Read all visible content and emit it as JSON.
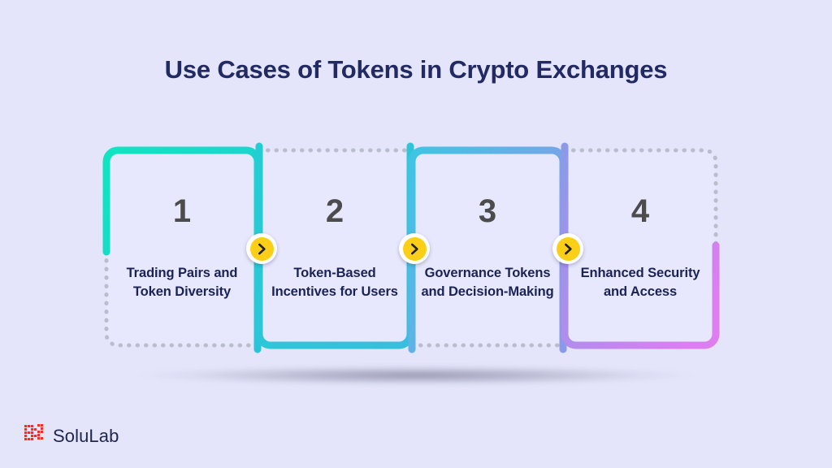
{
  "page": {
    "title": "Use Cases of Tokens in Crypto Exchanges",
    "background_color": "#e4e5fb"
  },
  "cards": [
    {
      "number": "1",
      "title": "Trading Pairs and Token Diversity",
      "stroke_start_color": "#0fe5c0",
      "stroke_end_color": "#29c6d8"
    },
    {
      "number": "2",
      "title": "Token-Based Incentives for Users",
      "stroke_start_color": "#23cdd4",
      "stroke_end_color": "#34bfdd"
    },
    {
      "number": "3",
      "title": "Governance Tokens and Decision-Making",
      "stroke_start_color": "#3fc4e4",
      "stroke_end_color": "#8b9ae8"
    },
    {
      "number": "4",
      "title": "Enhanced Security and Access",
      "stroke_start_color": "#8b9ae8",
      "stroke_end_color": "#dc7ef0"
    }
  ],
  "connectors": [
    {
      "icon": "chevron-right-icon",
      "fill_color": "#fbcf18"
    },
    {
      "icon": "chevron-right-icon",
      "fill_color": "#fbcf18"
    },
    {
      "icon": "chevron-right-icon",
      "fill_color": "#fbcf18"
    }
  ],
  "dotted_outline_color": "#b9bdcc",
  "logo": {
    "name": "SoluLab",
    "mark_color": "#e8322a",
    "text_color": "#20274f"
  }
}
